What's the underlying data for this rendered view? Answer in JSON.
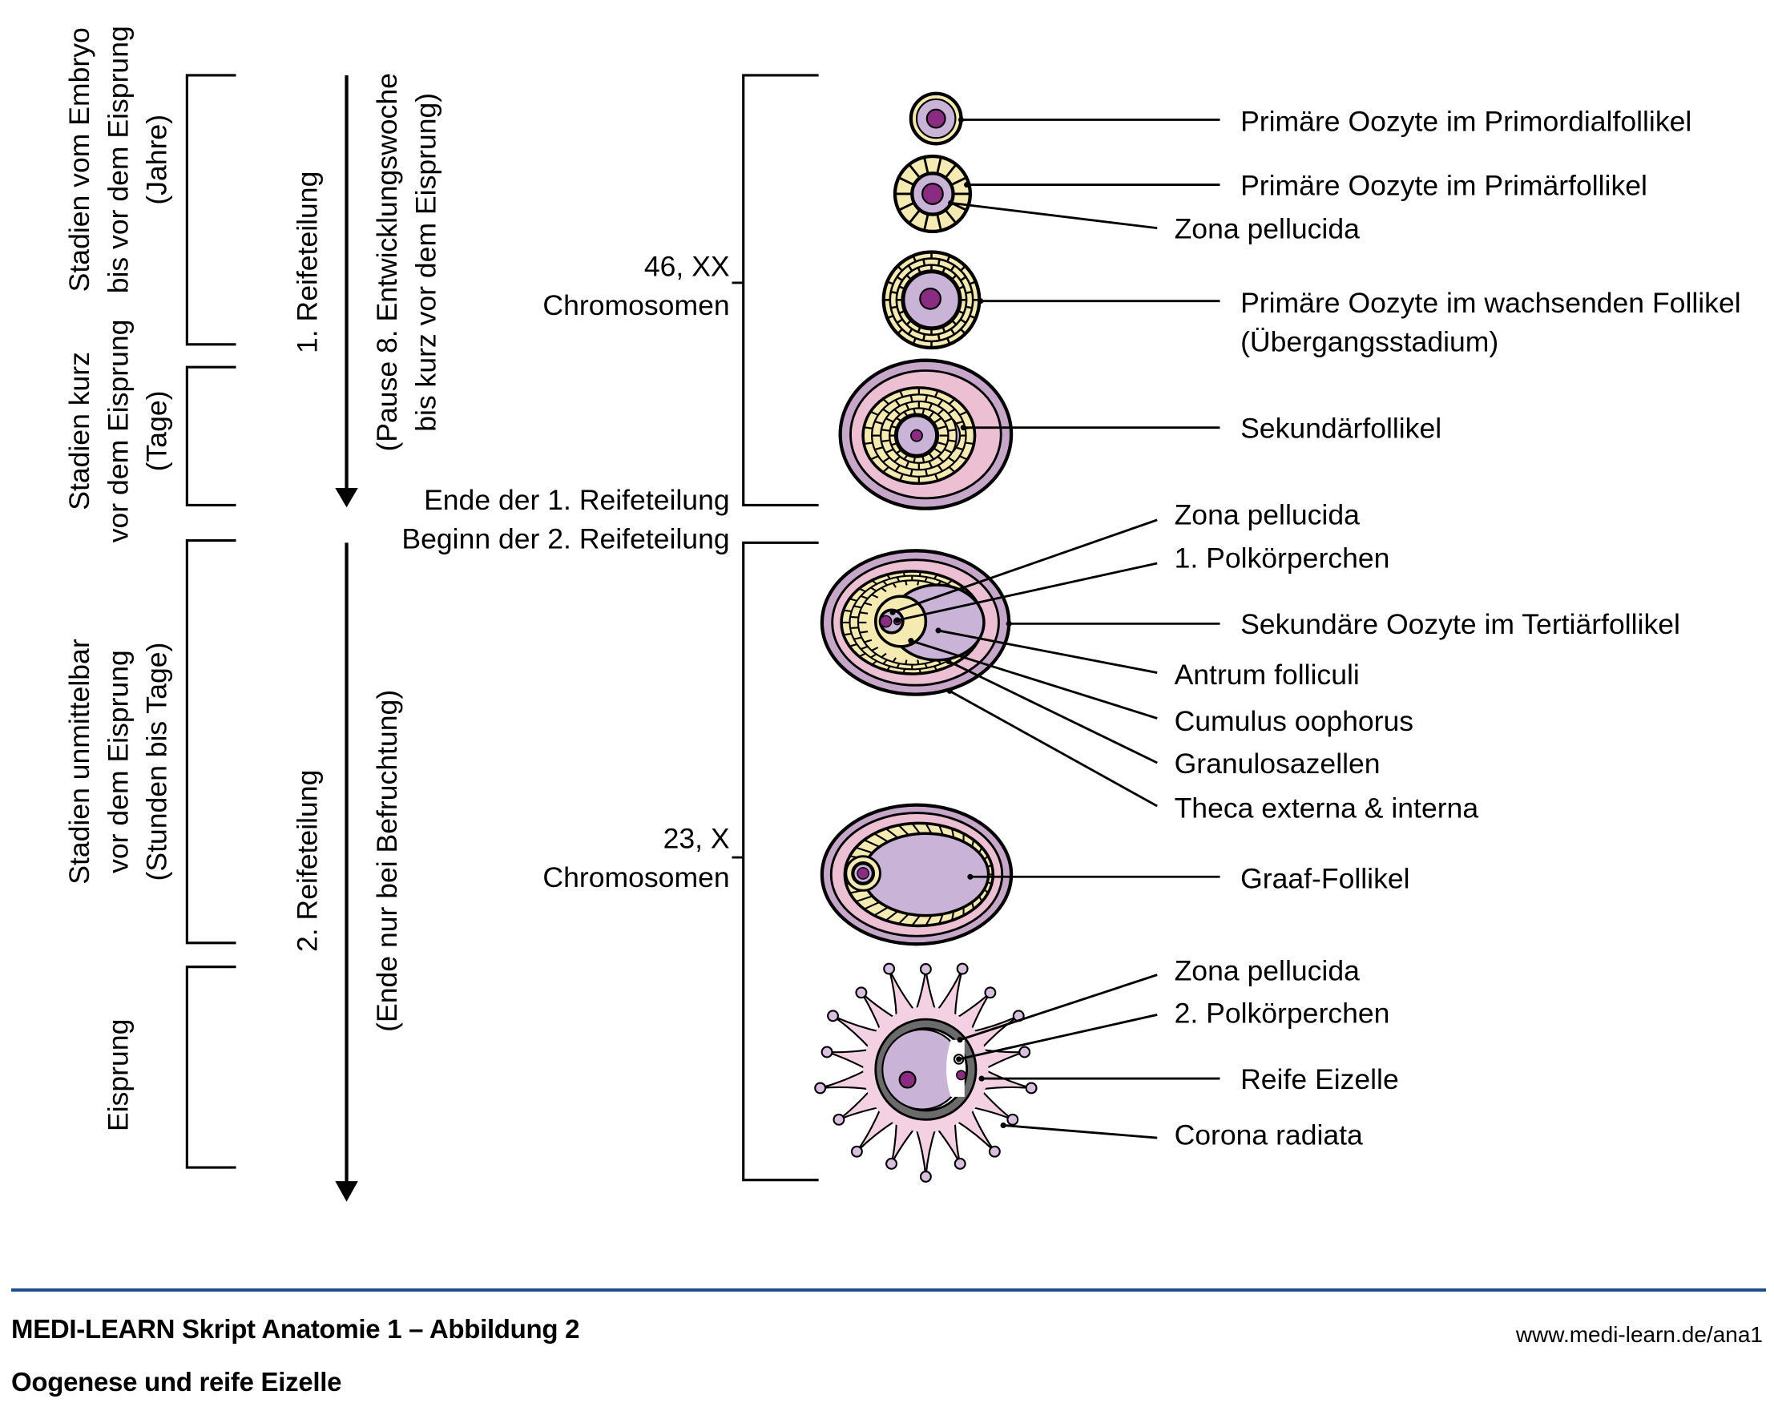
{
  "colors": {
    "cytoplasm": "#c9b3d6",
    "nucleus": "#8a2c82",
    "granulosa": "#f6eab3",
    "theca_interna": "#ecbfd2",
    "theca_externa": "#c7a7c9",
    "corona": "#f3d0e2",
    "zona_mature": "#6b6b6b",
    "footer_rule": "#1f4e8c"
  },
  "left_column": {
    "stage_groups": [
      {
        "lines": [
          "Stadien vom Embryo",
          "bis vor dem Eisprung",
          "(Jahre)"
        ]
      },
      {
        "lines": [
          "Stadien kurz",
          "vor dem Eisprung",
          "(Tage)"
        ]
      },
      {
        "lines": [
          "Stadien unmittelbar",
          "vor dem Eisprung",
          "(Stunden bis Tage)"
        ]
      },
      {
        "lines": [
          "Eisprung"
        ]
      }
    ],
    "divisions": [
      {
        "label": "1. Reifeteilung",
        "note_lines": [
          "(Pause 8. Entwicklungswoche",
          "bis kurz vor dem Eisprung)"
        ]
      },
      {
        "label": "2. Reifeteilung",
        "note_lines": [
          "(Ende nur bei Befruchtung)"
        ]
      }
    ]
  },
  "chromosomes": [
    {
      "count": "46, XX",
      "label": "Chromosomen"
    },
    {
      "count": "23, X",
      "label": "Chromosomen"
    }
  ],
  "transition": {
    "end_first": "Ende der 1. Reifeteilung",
    "begin_second": "Beginn der 2. Reifeteilung"
  },
  "labels": {
    "primordial": "Primäre Oozyte im Primordialfollikel",
    "primary": "Primäre Oozyte im Primärfollikel",
    "zona1": "Zona pellucida",
    "growing_1": "Primäre Oozyte im wachsenden Follikel",
    "growing_2": "(Übergangsstadium)",
    "secondary": "Sekundärfollikel",
    "zona2": "Zona pellucida",
    "polar1": "1. Polkörperchen",
    "tertiary": "Sekundäre Oozyte im Tertiärfollikel",
    "antrum": "Antrum folliculi",
    "cumulus": "Cumulus oophorus",
    "granulosa": "Granulosazellen",
    "theca": "Theca externa & interna",
    "graaf": "Graaf-Follikel",
    "zona3": "Zona pellucida",
    "polar2": "2. Polkörperchen",
    "mature": "Reife Eizelle",
    "corona": "Corona radiata"
  },
  "footer": {
    "title": "MEDI-LEARN Skript Anatomie 1 – Abbildung 2",
    "subtitle": "Oogenese und reife Eizelle",
    "url": "www.medi-learn.de/ana1"
  }
}
